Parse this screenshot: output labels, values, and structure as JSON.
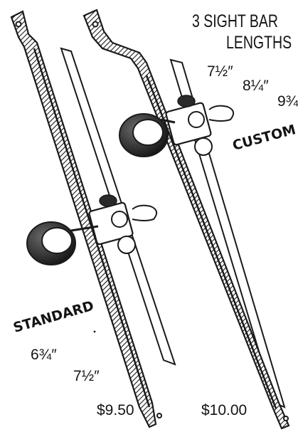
{
  "heading_line1": "3 SIGHT BAR",
  "heading_line2": "LENGTHS",
  "custom": {
    "label": "CUSTOM",
    "lengths": [
      "7½″",
      "8¼″",
      "9¾"
    ],
    "price": "$10.00"
  },
  "standard": {
    "label": "STANDARD",
    "lengths": [
      "6¾″",
      "7½″"
    ],
    "price": "$9.50"
  }
}
